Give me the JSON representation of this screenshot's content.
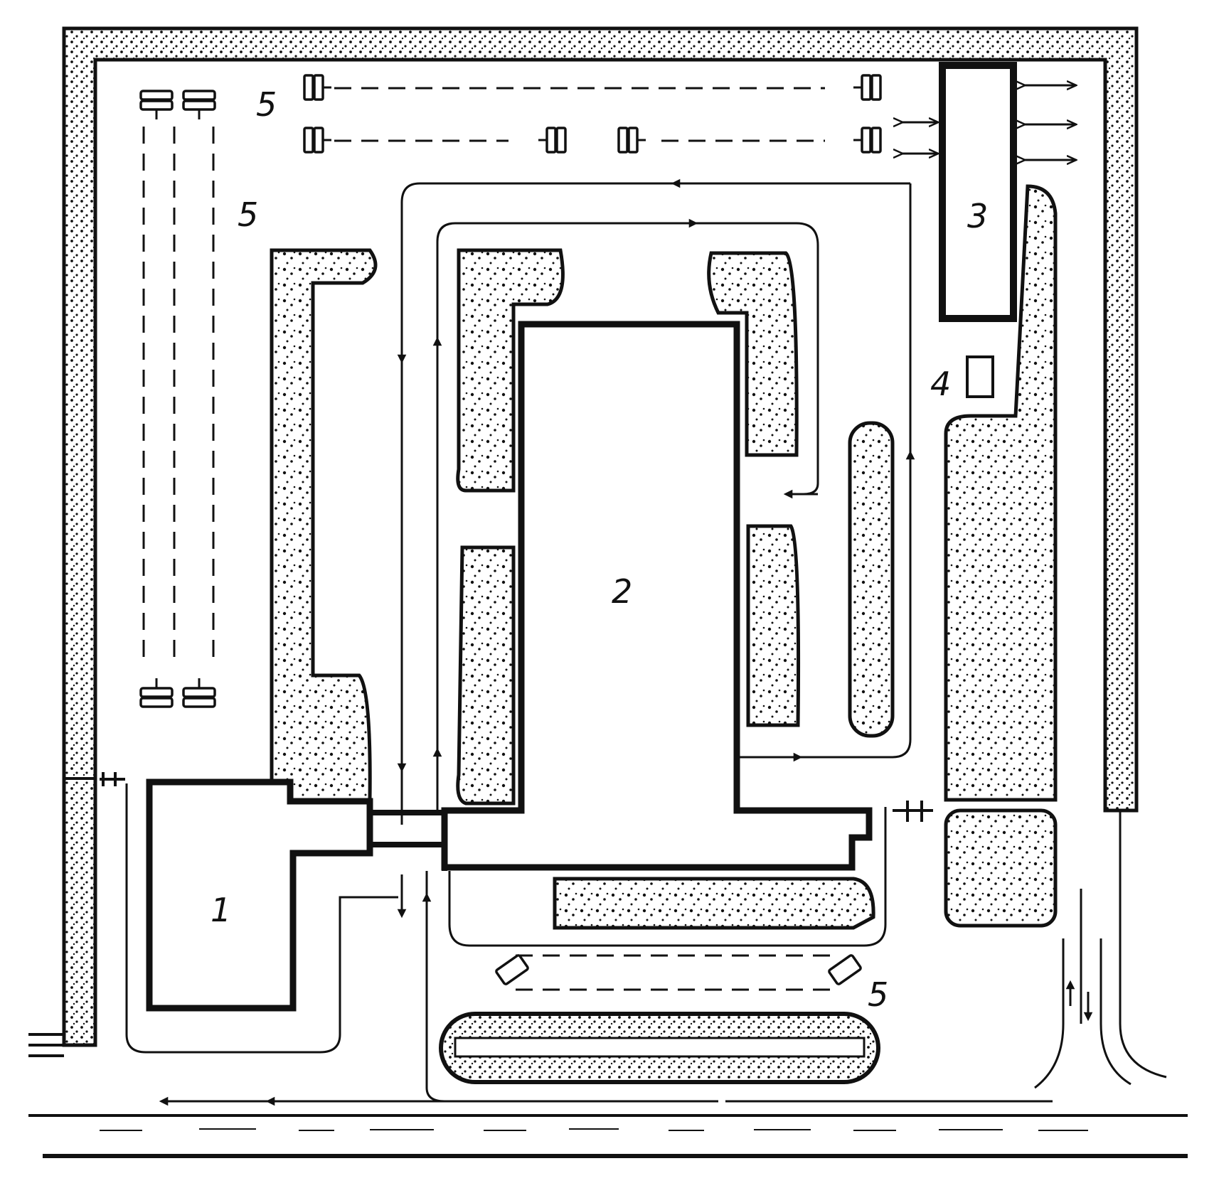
{
  "diagram": {
    "labels": {
      "building_1": "1",
      "building_2": "2",
      "building_3": "3",
      "kiosk_4": "4",
      "parking_top": "5",
      "parking_left": "5",
      "parking_bottom": "5"
    },
    "colors": {
      "ink": "#111111",
      "paper": "#ffffff",
      "greenery_fill": "#ffffff",
      "greenery_dots": "#111111"
    },
    "icons": {
      "car": "car-icon",
      "arrow": "arrow-icon",
      "gate": "gate-icon"
    }
  }
}
